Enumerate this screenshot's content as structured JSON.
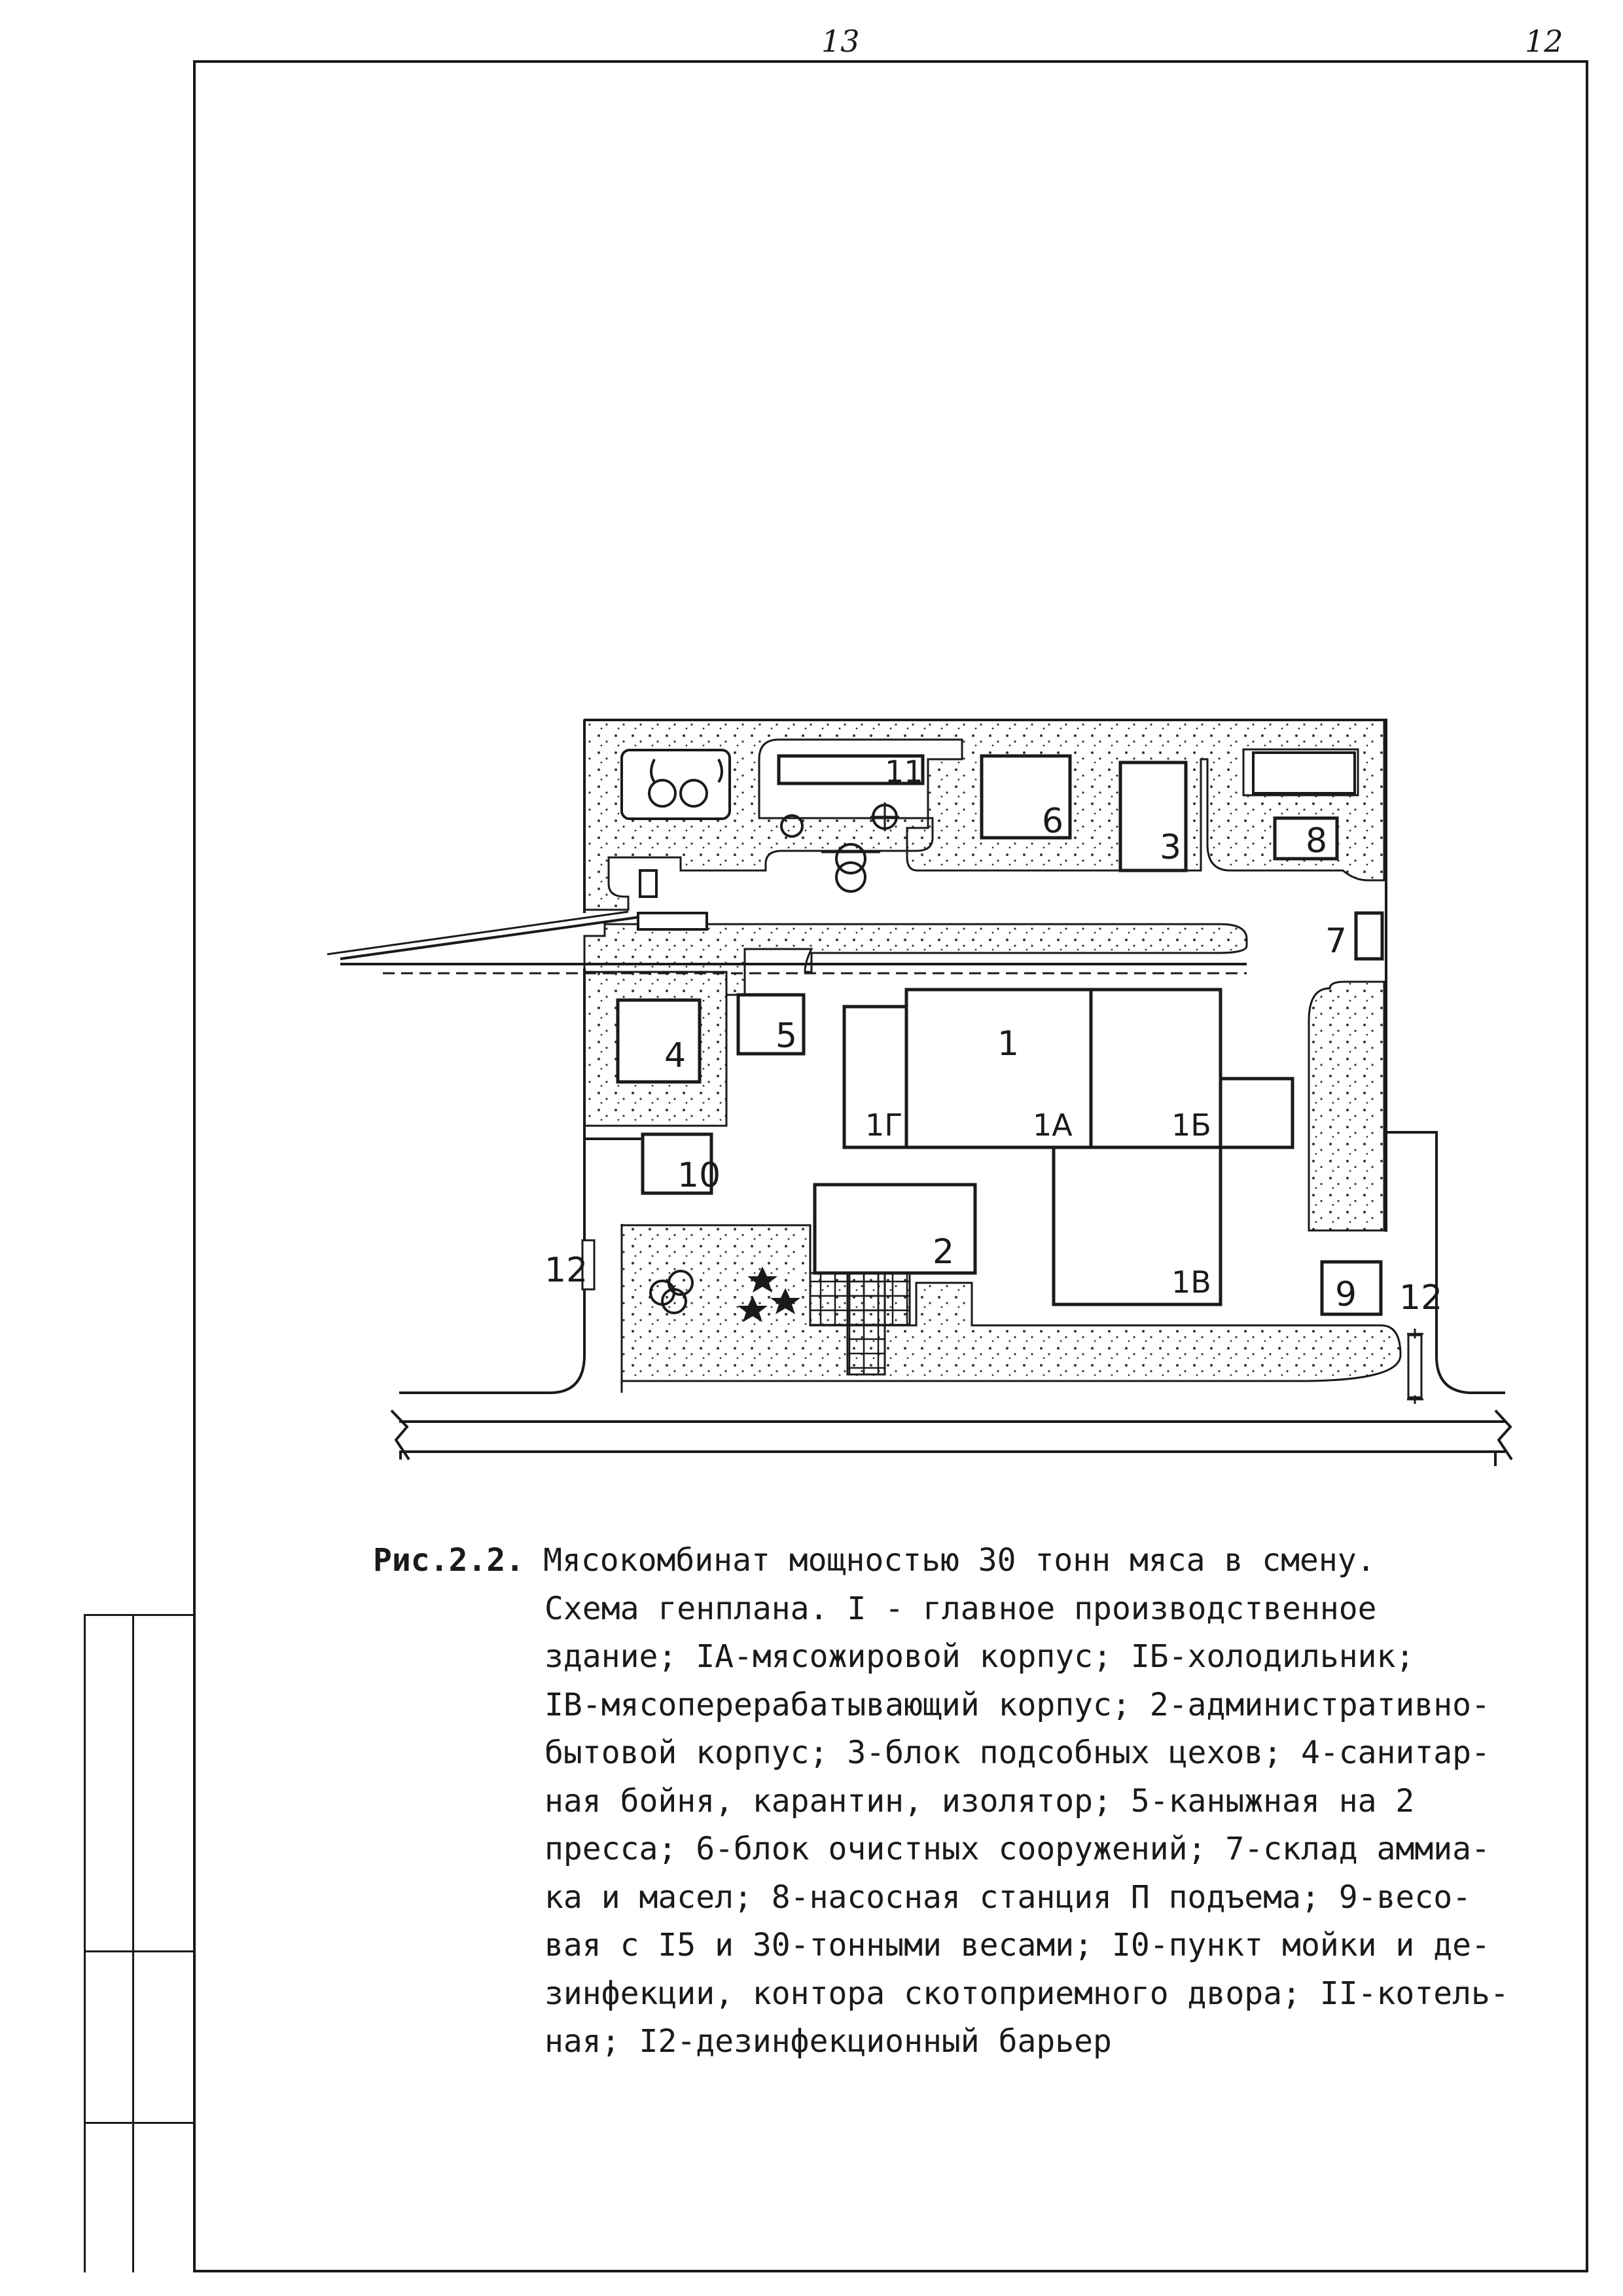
{
  "page_numbers": {
    "left": "13",
    "right": "12"
  },
  "plan_labels": {
    "b1": "1",
    "b1a": "1А",
    "b1b": "1Б",
    "b1v": "1В",
    "b1g": "1Г",
    "b2": "2",
    "b3": "3",
    "b4": "4",
    "b5": "5",
    "b6": "6",
    "b7": "7",
    "b8": "8",
    "b9": "9",
    "b10": "10",
    "b11": "11",
    "b12_left": "12",
    "b12_right": "12"
  },
  "caption": {
    "figure_number": "Рис.2.2.",
    "lines": [
      "Мясокомбинат мощностью 30 тонн мяса в смену.",
      "Схема генплана. I - главное производственное",
      "здание; IА-мясожировой корпус; IБ-холодильник;",
      "IВ-мясоперерабатывающий корпус; 2-административно-",
      "бытовой корпус; 3-блок подсобных цехов; 4-санитар-",
      "ная бойня, карантин, изолятор; 5-каныжная на 2",
      "пресса; 6-блок очистных сооружений; 7-склад аммиа-",
      "ка и масел; 8-насосная станция П подъема; 9-весо-",
      "вая с I5 и 30-тонными весами; I0-пункт мойки и де-",
      "зинфекции, контора скотоприемного двора; II-котель-",
      "ная; I2-дезинфекционный барьер"
    ]
  }
}
